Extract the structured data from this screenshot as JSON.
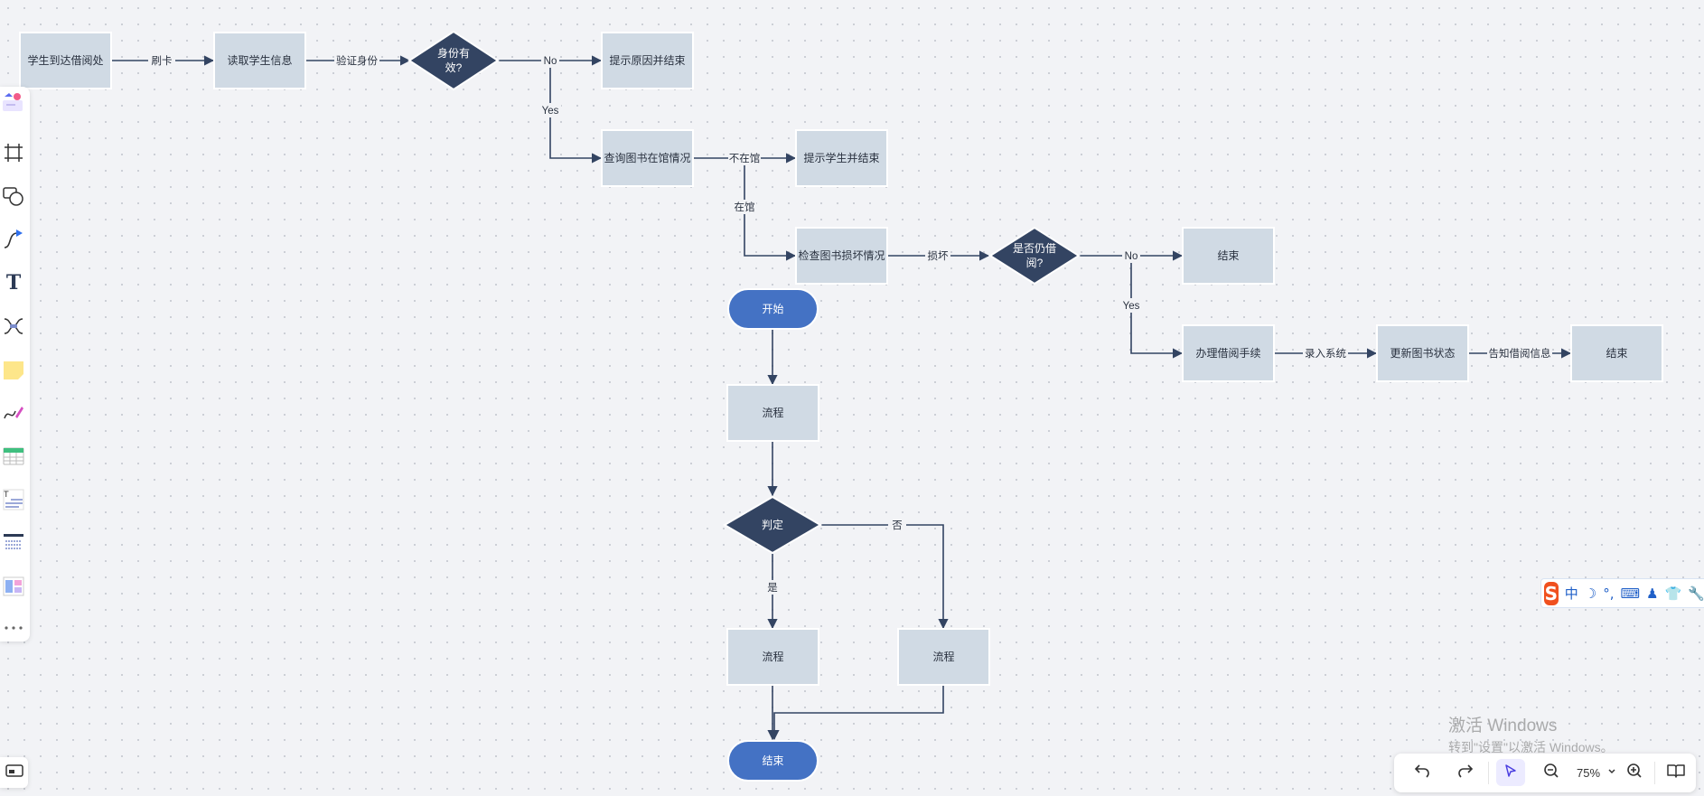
{
  "flowchart": {
    "nodes": {
      "n1": "学生到达借阅处",
      "n2": "读取学生信息",
      "d1": [
        "身份有",
        "效?"
      ],
      "n3": "提示原因并结束",
      "n4": "查询图书在馆情况",
      "n5": "提示学生并结束",
      "n6": "检查图书损坏情况",
      "d2": [
        "是否仍借",
        "阅?"
      ],
      "n7": "结束",
      "n8": "办理借阅手续",
      "n9": "更新图书状态",
      "n10": "结束",
      "t1": "开始",
      "p1": "流程",
      "d3": "判定",
      "p2": "流程",
      "p3": "流程",
      "t2": "结束"
    },
    "edge_labels": {
      "e1": "刷卡",
      "e2": "验证身份",
      "e3": "No",
      "e4": "Yes",
      "e5": "不在馆",
      "e6": "在馆",
      "e7": "损坏",
      "e8": "No",
      "e9": "Yes",
      "e10": "录入系统",
      "e11": "告知借阅信息",
      "e12": "否",
      "e13": "是"
    }
  },
  "colors": {
    "process_fill": "#d0dae4",
    "decision_fill": "#334462",
    "terminal_fill": "#4472c4",
    "edge": "#334462",
    "canvas": "#f2f3f6"
  },
  "left_toolbar": {
    "tools": [
      "template-icon",
      "frame-icon",
      "shape-icon",
      "connector-icon",
      "text-icon",
      "mindmap-icon",
      "sticky-note-icon",
      "pen-icon",
      "table-icon",
      "text-block-icon",
      "list-icon",
      "layout-icon",
      "more-icon"
    ]
  },
  "bottom_toolbar": {
    "zoom": "75%",
    "icons": [
      "undo-icon",
      "redo-icon",
      "select-icon",
      "zoom-out-icon",
      "chevron-down-icon",
      "zoom-in-icon",
      "book-view-icon"
    ]
  },
  "ime_bar": {
    "logo": "S",
    "mode": "中",
    "items": [
      "☽",
      "°,",
      "⌨",
      "♟",
      "👕",
      "🔧"
    ]
  },
  "watermark": {
    "title": "激活 Windows",
    "subtitle": "转到\"设置\"以激活 Windows。"
  }
}
